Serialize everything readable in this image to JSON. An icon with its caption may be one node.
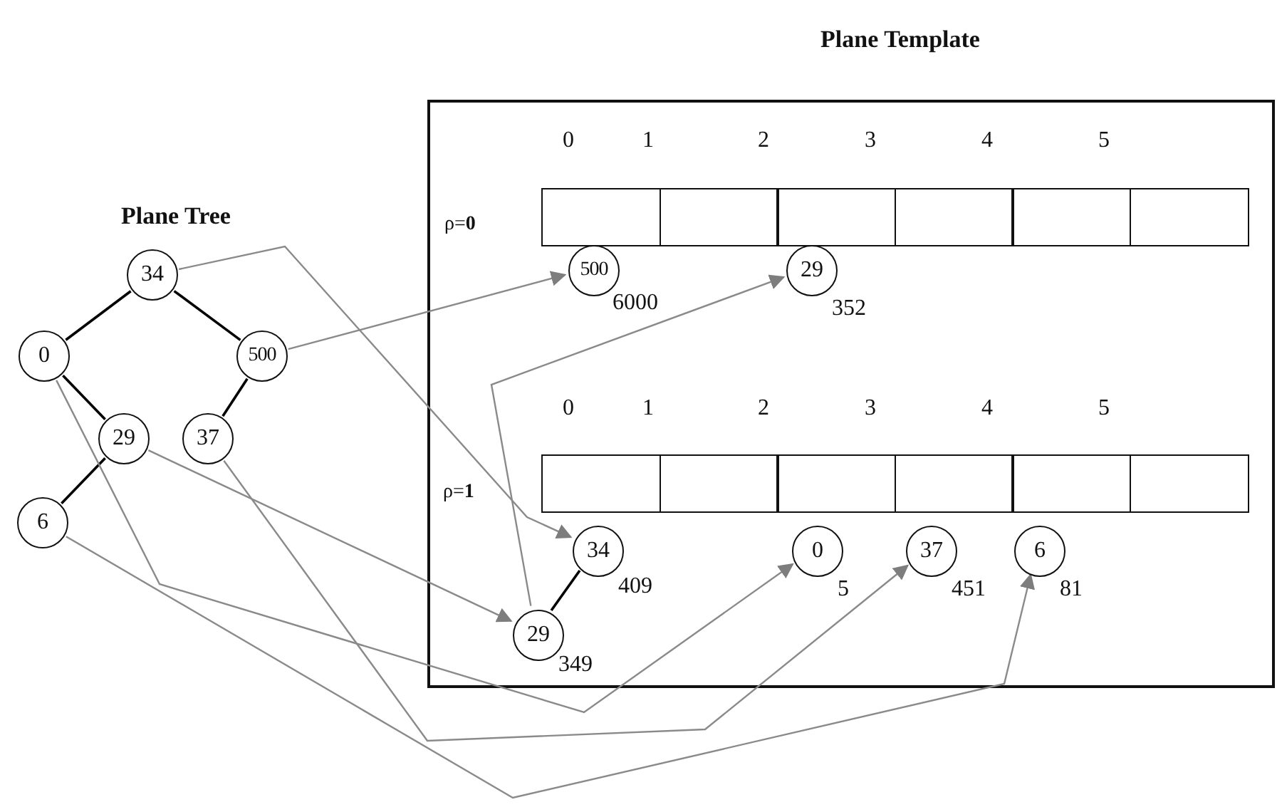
{
  "diagram": {
    "nodes": [
      {
        "text": [
          "Plane Template"
        ]
      },
      {
        "text": [
          "34"
        ]
      },
      {
        "text": [
          "0"
        ]
      },
      {
        "text": [
          "500"
        ]
      },
      {
        "text": [
          "29"
        ]
      },
      {
        "text": [
          "37"
        ]
      },
      {
        "text": [
          "6"
        ]
      },
      {
        "text": [],
        "shape": "box",
        "in": 0
      },
      {
        "text": [],
        "shape": "box",
        "in": 0
      },
      {
        "text": [],
        "shape": "box",
        "in": 0
      },
      {
        "text": [],
        "shape": "box",
        "in": 0
      },
      {
        "text": [],
        "shape": "box",
        "in": 0
      },
      {
        "text": [],
        "shape": "box",
        "in": 0
      },
      {
        "text": [
          "500"
        ],
        "beside": [
          "6000"
        ],
        "in": 0
      },
      {
        "text": [
          "29"
        ],
        "beside": [
          "352"
        ],
        "in": 0
      },
      {
        "text": [],
        "shape": "box",
        "in": 0
      },
      {
        "text": [],
        "shape": "box",
        "in": 0
      },
      {
        "text": [],
        "shape": "box",
        "in": 0
      },
      {
        "text": [],
        "shape": "box",
        "in": 0
      },
      {
        "text": [],
        "shape": "box",
        "in": 0
      },
      {
        "text": [],
        "shape": "box",
        "in": 0
      },
      {
        "text": [
          "34"
        ],
        "beside": [
          "409"
        ],
        "in": 0
      },
      {
        "text": [
          "0"
        ],
        "beside": [
          "5"
        ],
        "in": 0
      },
      {
        "text": [
          "37"
        ],
        "beside": [
          "451"
        ],
        "in": 0
      },
      {
        "text": [
          "6"
        ],
        "beside": [
          "81"
        ],
        "in": 0
      },
      {
        "text": [
          "29"
        ],
        "beside": [
          "349"
        ],
        "in": 0
      }
    ],
    "edges": [
      {
        "from": 1,
        "to": 2,
        "arrow": "none",
        "color": "#000000"
      },
      {
        "from": 1,
        "to": 3,
        "arrow": "none",
        "color": "#000000"
      },
      {
        "from": 2,
        "to": 4,
        "arrow": "none",
        "color": "#000000"
      },
      {
        "from": 3,
        "to": 5,
        "arrow": "none",
        "color": "#000000"
      },
      {
        "from": 4,
        "to": 6,
        "arrow": "none",
        "color": "#000000"
      },
      {
        "from": 21,
        "to": 25,
        "arrow": "none",
        "color": "#000000"
      },
      {
        "from": 1,
        "to": 21,
        "arrow": "to"
      },
      {
        "from": 3,
        "to": 13,
        "arrow": "to"
      },
      {
        "from": 2,
        "to": 22,
        "arrow": "to"
      },
      {
        "from": 5,
        "to": 23,
        "arrow": "to"
      },
      {
        "from": 6,
        "to": 24,
        "arrow": "to"
      },
      {
        "from": 4,
        "to": 25,
        "arrow": "to"
      },
      {
        "from": 25,
        "to": 14,
        "arrow": "to"
      }
    ],
    "labels": [
      "Plane Tree",
      "0",
      "1",
      "2",
      "3",
      "4",
      "5",
      "ρ=**0**",
      "0",
      "1",
      "2",
      "3",
      "4",
      "5",
      "ρ=**1**"
    ]
  }
}
